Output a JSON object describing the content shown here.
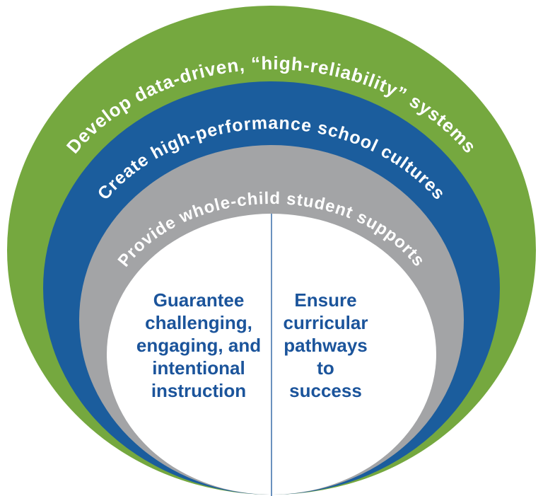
{
  "diagram": {
    "rings": [
      {
        "id": "systems",
        "label": "Develop data-driven, “high-reliability” systems",
        "color": "#75a83f"
      },
      {
        "id": "cultures",
        "label": "Create high-performance school cultures",
        "color": "#1b5d9d"
      },
      {
        "id": "supports",
        "label": "Provide whole-child student supports",
        "color": "#a3a4a6"
      }
    ],
    "core": {
      "background": "#ffffff",
      "divider_color": "#4576ad",
      "text_color": "#1b549b",
      "left": {
        "lines": [
          "Guarantee",
          "challenging,",
          "engaging, and",
          "intentional",
          "instruction"
        ]
      },
      "right": {
        "lines": [
          "Ensure",
          "curricular",
          "pathways",
          "to",
          "success"
        ]
      }
    }
  }
}
